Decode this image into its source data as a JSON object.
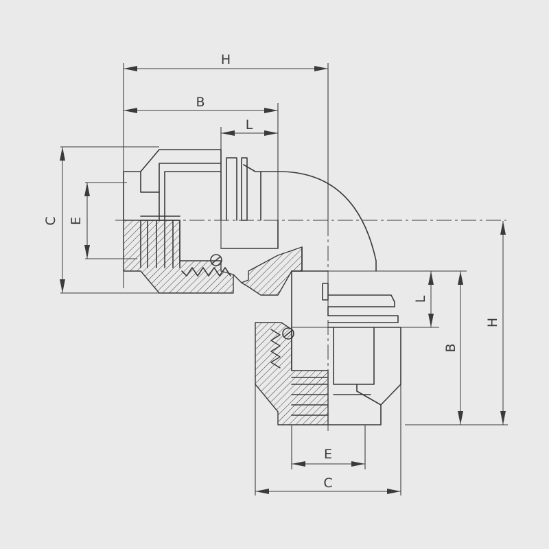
{
  "labels": {
    "H_top": "H",
    "B_top": "B",
    "L_top": "L",
    "C_left": "C",
    "E_left": "E",
    "H_right": "H",
    "B_right": "B",
    "L_right": "L",
    "E_bottom": "E",
    "C_bottom": "C"
  },
  "colors": {
    "background": "#eaeaea",
    "line": "#3a3a3a"
  }
}
